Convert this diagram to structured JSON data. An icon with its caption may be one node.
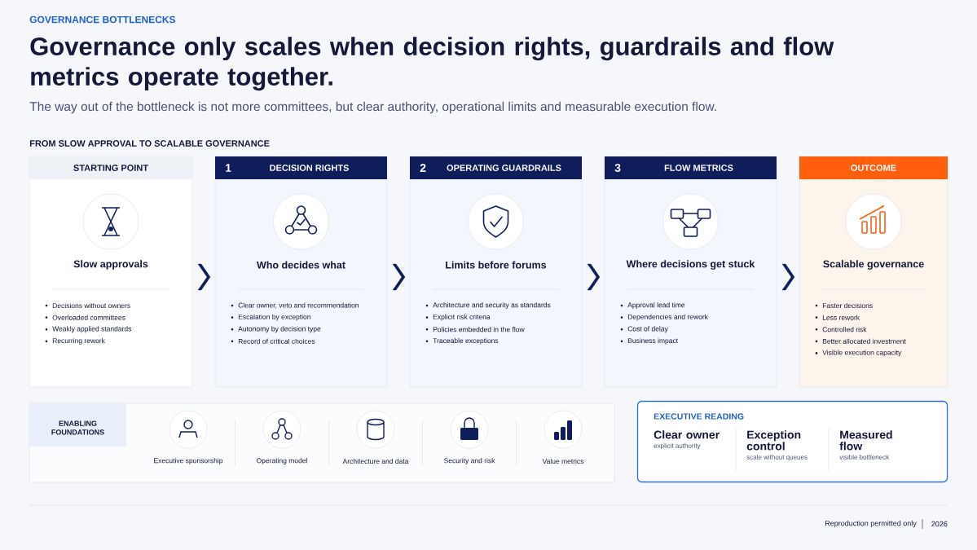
{
  "diagram": {
    "title": "Governance only scales when decision rights, guardrails and flow metrics operate together.",
    "nodes": [
      {
        "text": [
          "STARTING POINT",
          "Slow approvals",
          "Decisions without owners",
          "Overloaded committees",
          "Weakly applied standards",
          "Recurring rework"
        ]
      },
      {
        "text": [
          "1",
          "DECISION RIGHTS",
          "Who decides what",
          "Clear owner, veto and recommendation",
          "Escalation by exception",
          "Autonomy by decision type",
          "Record of critical choices"
        ]
      },
      {
        "text": [
          "2",
          "OPERATING GUARDRAILS",
          "Limits before forums",
          "Architecture and security as standards",
          "Explicit risk criteria",
          "Policies embedded in the flow",
          "Traceable exceptions"
        ]
      },
      {
        "text": [
          "3",
          "FLOW METRICS",
          "Where decisions get stuck",
          "Approval lead time",
          "Dependencies and rework",
          "Cost of delay",
          "Business impact"
        ]
      },
      {
        "text": [
          "OUTCOME",
          "Scalable governance",
          "Faster decisions",
          "Less rework",
          "Controlled risk",
          "Better allocated investment",
          "Visible execution capacity"
        ]
      },
      {
        "text": [
          "ENABLING FOUNDATIONS"
        ]
      },
      {
        "text": [
          "EXECUTIVE READING"
        ]
      }
    ],
    "edges": [
      {
        "from": 0,
        "to": 1,
        "arrow": "to"
      },
      {
        "from": 1,
        "to": 2,
        "arrow": "to"
      },
      {
        "from": 2,
        "to": 3,
        "arrow": "to"
      },
      {
        "from": 3,
        "to": 4,
        "arrow": "to"
      }
    ],
    "labels": [
      "GOVERNANCE BOTTLENECKS",
      "The way out of the bottleneck is not more committees, but clear authority, operational limits and measurable execution flow.",
      "FROM SLOW APPROVAL TO SCALABLE GOVERNANCE",
      "Executive sponsorship",
      "Operating model",
      "Architecture and data",
      "Security and risk",
      "Value metrics",
      "Clear owner",
      "explicit authority",
      "Exception control",
      "scale without queues",
      "Measured flow",
      "visible bottleneck",
      "Reproduction permitted only",
      "2026"
    ]
  }
}
